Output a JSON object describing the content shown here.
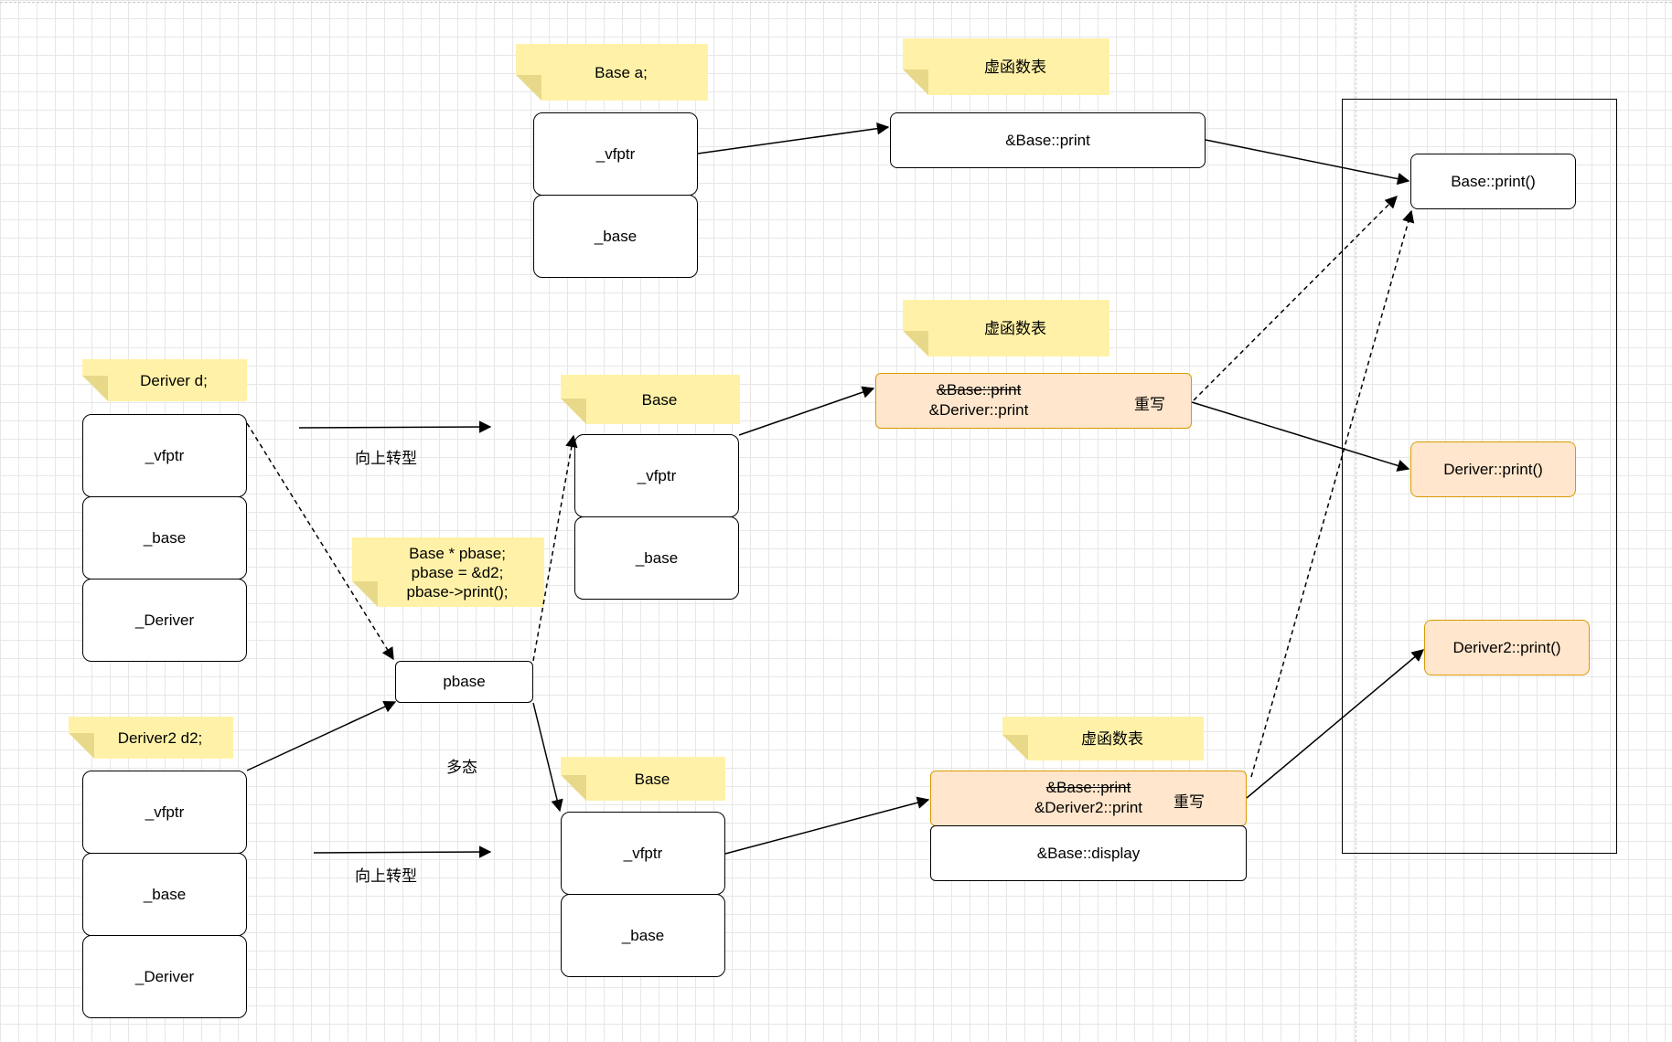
{
  "notes": {
    "base_a": "Base a;",
    "vtable_1": "虚函数表",
    "vtable_2": "虚函数表",
    "vtable_3": "虚函数表",
    "deriver_d": "Deriver d;",
    "deriver2_d2": "Deriver2 d2;",
    "base_mid": "Base",
    "base_low": "Base",
    "code_line1": "Base * pbase;",
    "code_line2": "pbase = &d2;",
    "code_line3": "pbase->print();"
  },
  "base_object": {
    "vfptr": "_vfptr",
    "base": "_base"
  },
  "deriver_object": {
    "vfptr": "_vfptr",
    "base": "_base",
    "deriver": "_Deriver"
  },
  "deriver2_object": {
    "vfptr": "_vfptr",
    "base": "_base",
    "deriver": "_Deriver"
  },
  "upcast_mid": {
    "vfptr": "_vfptr",
    "base": "_base"
  },
  "upcast_low": {
    "vfptr": "_vfptr",
    "base": "_base"
  },
  "pbase": "pbase",
  "labels": {
    "upcast_1": "向上转型",
    "upcast_2": "向上转型",
    "polymorphism": "多态",
    "override_1": "重写",
    "override_2": "重写"
  },
  "vtables": {
    "base": {
      "entry": "&Base::print"
    },
    "deriver": {
      "struck": "&Base::print",
      "entry": "&Deriver::print"
    },
    "deriver2": {
      "struck": "&Base::print",
      "entry": "&Deriver2::print",
      "display": "&Base::display"
    }
  },
  "functions": {
    "base_print": "Base::print()",
    "deriver_print": "Deriver::print()",
    "deriver2_print": "Deriver2::print()"
  }
}
